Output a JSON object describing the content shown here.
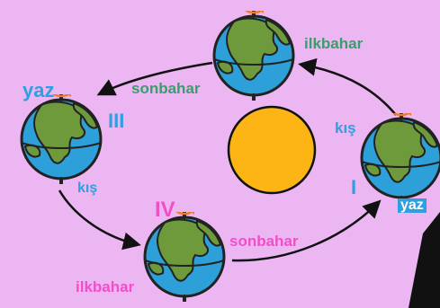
{
  "colors": {
    "background": "#ecb6f2",
    "sun": "#fdb515",
    "ocean": "#2d9fd9",
    "land": "#6e9a3c",
    "season_green": "#3a9e6a",
    "season_blue": "#2f9fe0",
    "season_pink": "#f04fc8",
    "arrow": "#111111",
    "rotation_arrow": "#f07a2a"
  },
  "positions": {
    "top": {
      "label_right": "ilkbahar",
      "label_left": "sonbahar"
    },
    "left": {
      "roman": "III",
      "label_top": "yaz",
      "label_bottom": "kış"
    },
    "bottom": {
      "roman": "IV",
      "label_right": "sonbahar",
      "label_bottom": "ilkbahar"
    },
    "right": {
      "roman": "I",
      "label_top": "kış",
      "label_bottom": "yaz"
    }
  }
}
